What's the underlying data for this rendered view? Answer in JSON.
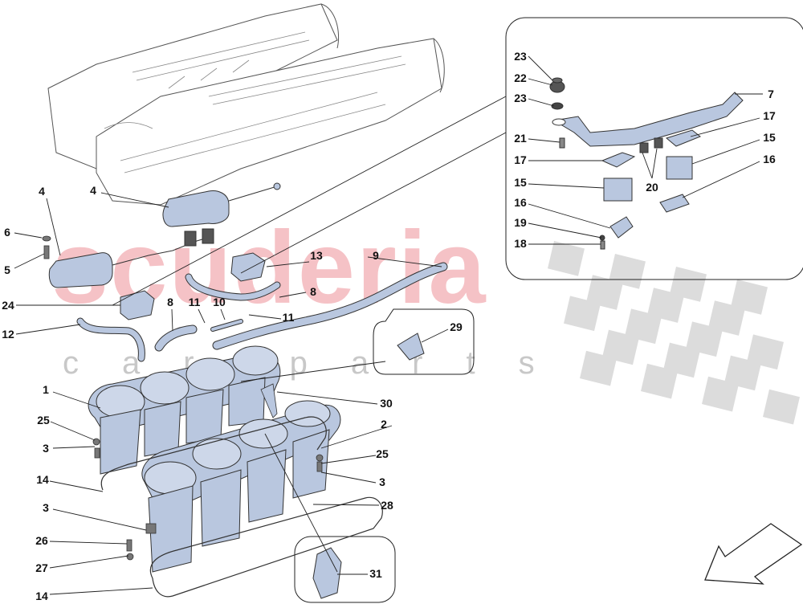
{
  "watermark": {
    "brand": "scuderia",
    "sub": "car parts",
    "brand_color": "#f2a9af",
    "sub_color": "#c8c8c8"
  },
  "colors": {
    "part_blue": "#b9c7df",
    "part_blue_dark": "#8ea1c4",
    "line": "#333333",
    "checker": "#d9d9d9"
  },
  "callouts": [
    {
      "id": "l1",
      "text": "1"
    },
    {
      "id": "l2",
      "text": "2"
    },
    {
      "id": "l3a",
      "text": "3"
    },
    {
      "id": "l3b",
      "text": "3"
    },
    {
      "id": "l3c",
      "text": "3"
    },
    {
      "id": "l4a",
      "text": "4"
    },
    {
      "id": "l4b",
      "text": "4"
    },
    {
      "id": "l5",
      "text": "5"
    },
    {
      "id": "l6",
      "text": "6"
    },
    {
      "id": "l7",
      "text": "7"
    },
    {
      "id": "l8a",
      "text": "8"
    },
    {
      "id": "l8b",
      "text": "8"
    },
    {
      "id": "l9",
      "text": "9"
    },
    {
      "id": "l10",
      "text": "10"
    },
    {
      "id": "l11a",
      "text": "11"
    },
    {
      "id": "l11b",
      "text": "11"
    },
    {
      "id": "l12",
      "text": "12"
    },
    {
      "id": "l13",
      "text": "13"
    },
    {
      "id": "l14a",
      "text": "14"
    },
    {
      "id": "l14b",
      "text": "14"
    },
    {
      "id": "l15a",
      "text": "15"
    },
    {
      "id": "l15b",
      "text": "15"
    },
    {
      "id": "l16a",
      "text": "16"
    },
    {
      "id": "l16b",
      "text": "16"
    },
    {
      "id": "l17a",
      "text": "17"
    },
    {
      "id": "l17b",
      "text": "17"
    },
    {
      "id": "l18",
      "text": "18"
    },
    {
      "id": "l19",
      "text": "19"
    },
    {
      "id": "l20",
      "text": "20"
    },
    {
      "id": "l21",
      "text": "21"
    },
    {
      "id": "l22",
      "text": "22"
    },
    {
      "id": "l23a",
      "text": "23"
    },
    {
      "id": "l23b",
      "text": "23"
    },
    {
      "id": "l24",
      "text": "24"
    },
    {
      "id": "l25a",
      "text": "25"
    },
    {
      "id": "l25b",
      "text": "25"
    },
    {
      "id": "l26",
      "text": "26"
    },
    {
      "id": "l27",
      "text": "27"
    },
    {
      "id": "l28",
      "text": "28"
    },
    {
      "id": "l29",
      "text": "29"
    },
    {
      "id": "l30",
      "text": "30"
    },
    {
      "id": "l31",
      "text": "31"
    }
  ],
  "icons": {
    "direction": "front-direction-arrow-icon"
  }
}
